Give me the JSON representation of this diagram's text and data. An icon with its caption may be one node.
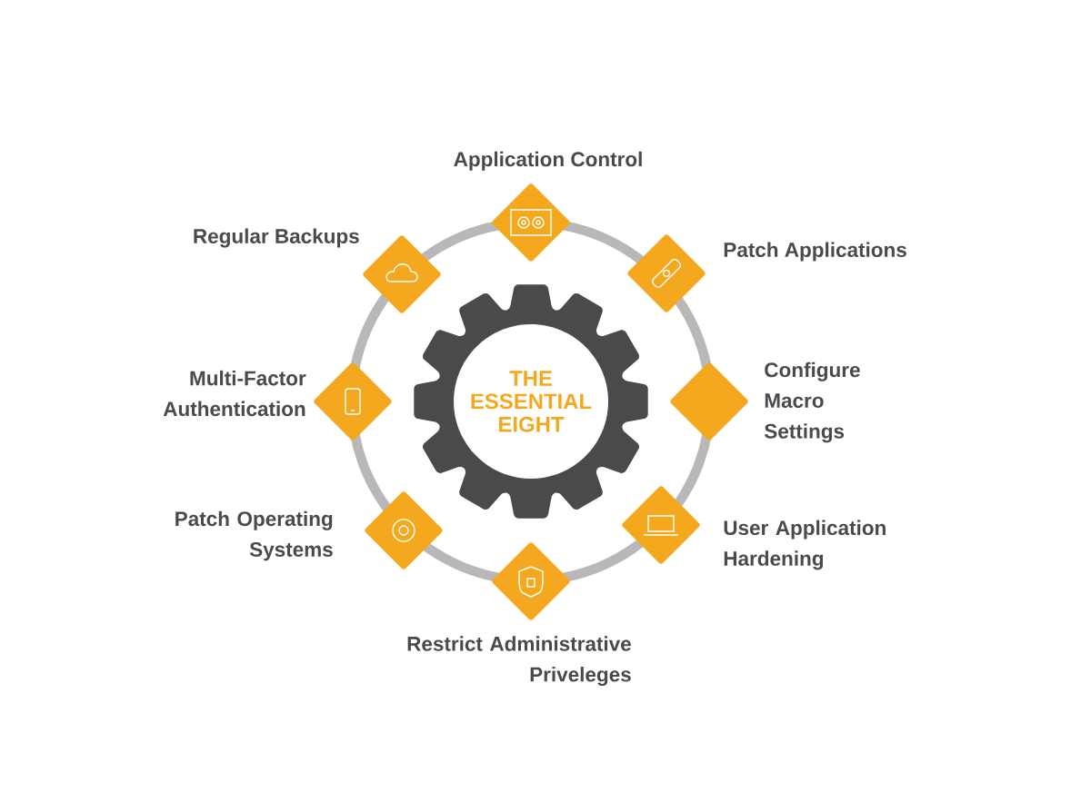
{
  "diagram": {
    "nodes": [
      {
        "text": [
          "THE ESSENTIAL EIGHT"
        ]
      },
      {
        "text": [],
        "shape": "diamond",
        "beside": [
          "Application Control"
        ]
      },
      {
        "text": [],
        "shape": "diamond",
        "beside": [
          "Patch Applications"
        ]
      },
      {
        "text": [],
        "shape": "diamond",
        "beside": [
          "Configure Macro Settings"
        ]
      },
      {
        "text": [],
        "shape": "diamond",
        "beside": [
          "User Application Hardening"
        ]
      },
      {
        "text": [],
        "shape": "diamond",
        "beside": [
          "Restrict Administrative Priveleges"
        ]
      },
      {
        "text": [],
        "shape": "diamond",
        "beside": [
          "Patch Operating Systems"
        ]
      },
      {
        "text": [],
        "shape": "diamond",
        "beside": [
          "Multi-Factor Authentication"
        ]
      },
      {
        "text": [],
        "shape": "diamond",
        "beside": [
          "Regular Backups"
        ]
      }
    ]
  }
}
